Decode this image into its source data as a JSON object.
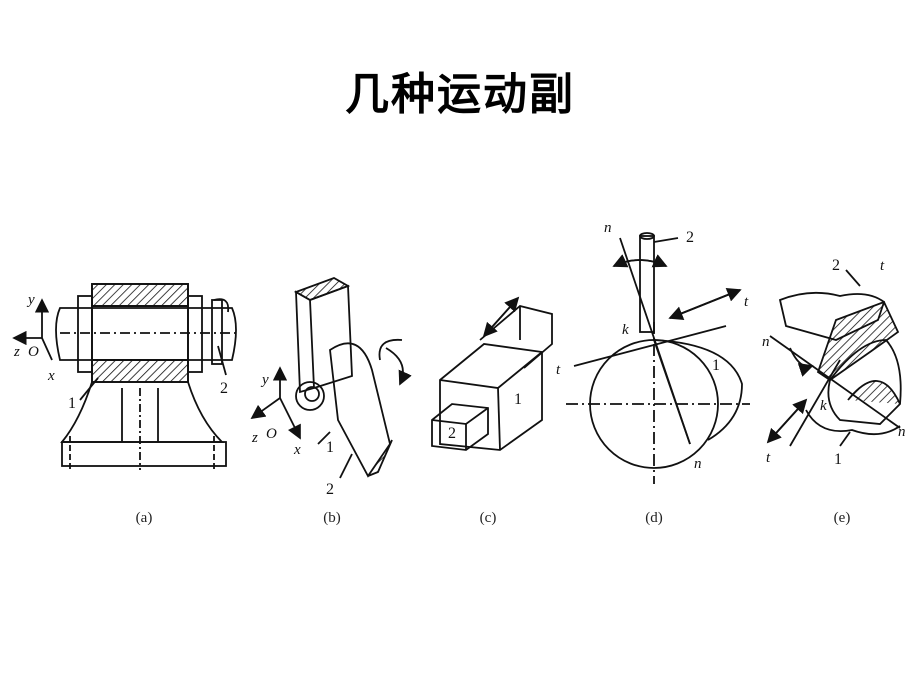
{
  "title": "几种运动副",
  "figures": [
    {
      "caption": "(a)",
      "labels": {
        "y": "y",
        "z": "z",
        "o": "O",
        "x": "x",
        "p1": "1",
        "p2": "2"
      }
    },
    {
      "caption": "(b)",
      "labels": {
        "y": "y",
        "z": "z",
        "o": "O",
        "x": "x",
        "p1": "1",
        "p2": "2"
      }
    },
    {
      "caption": "(c)",
      "labels": {
        "p1": "1",
        "p2": "2"
      }
    },
    {
      "caption": "(d)",
      "labels": {
        "n1": "n",
        "n2": "n",
        "t1": "t",
        "t2": "t",
        "k": "k",
        "p1": "1",
        "p2": "2"
      }
    },
    {
      "caption": "(e)",
      "labels": {
        "p2": "2",
        "t1": "t",
        "n1": "n",
        "k": "k",
        "n2": "n",
        "t2": "t",
        "p1": "1"
      }
    }
  ]
}
